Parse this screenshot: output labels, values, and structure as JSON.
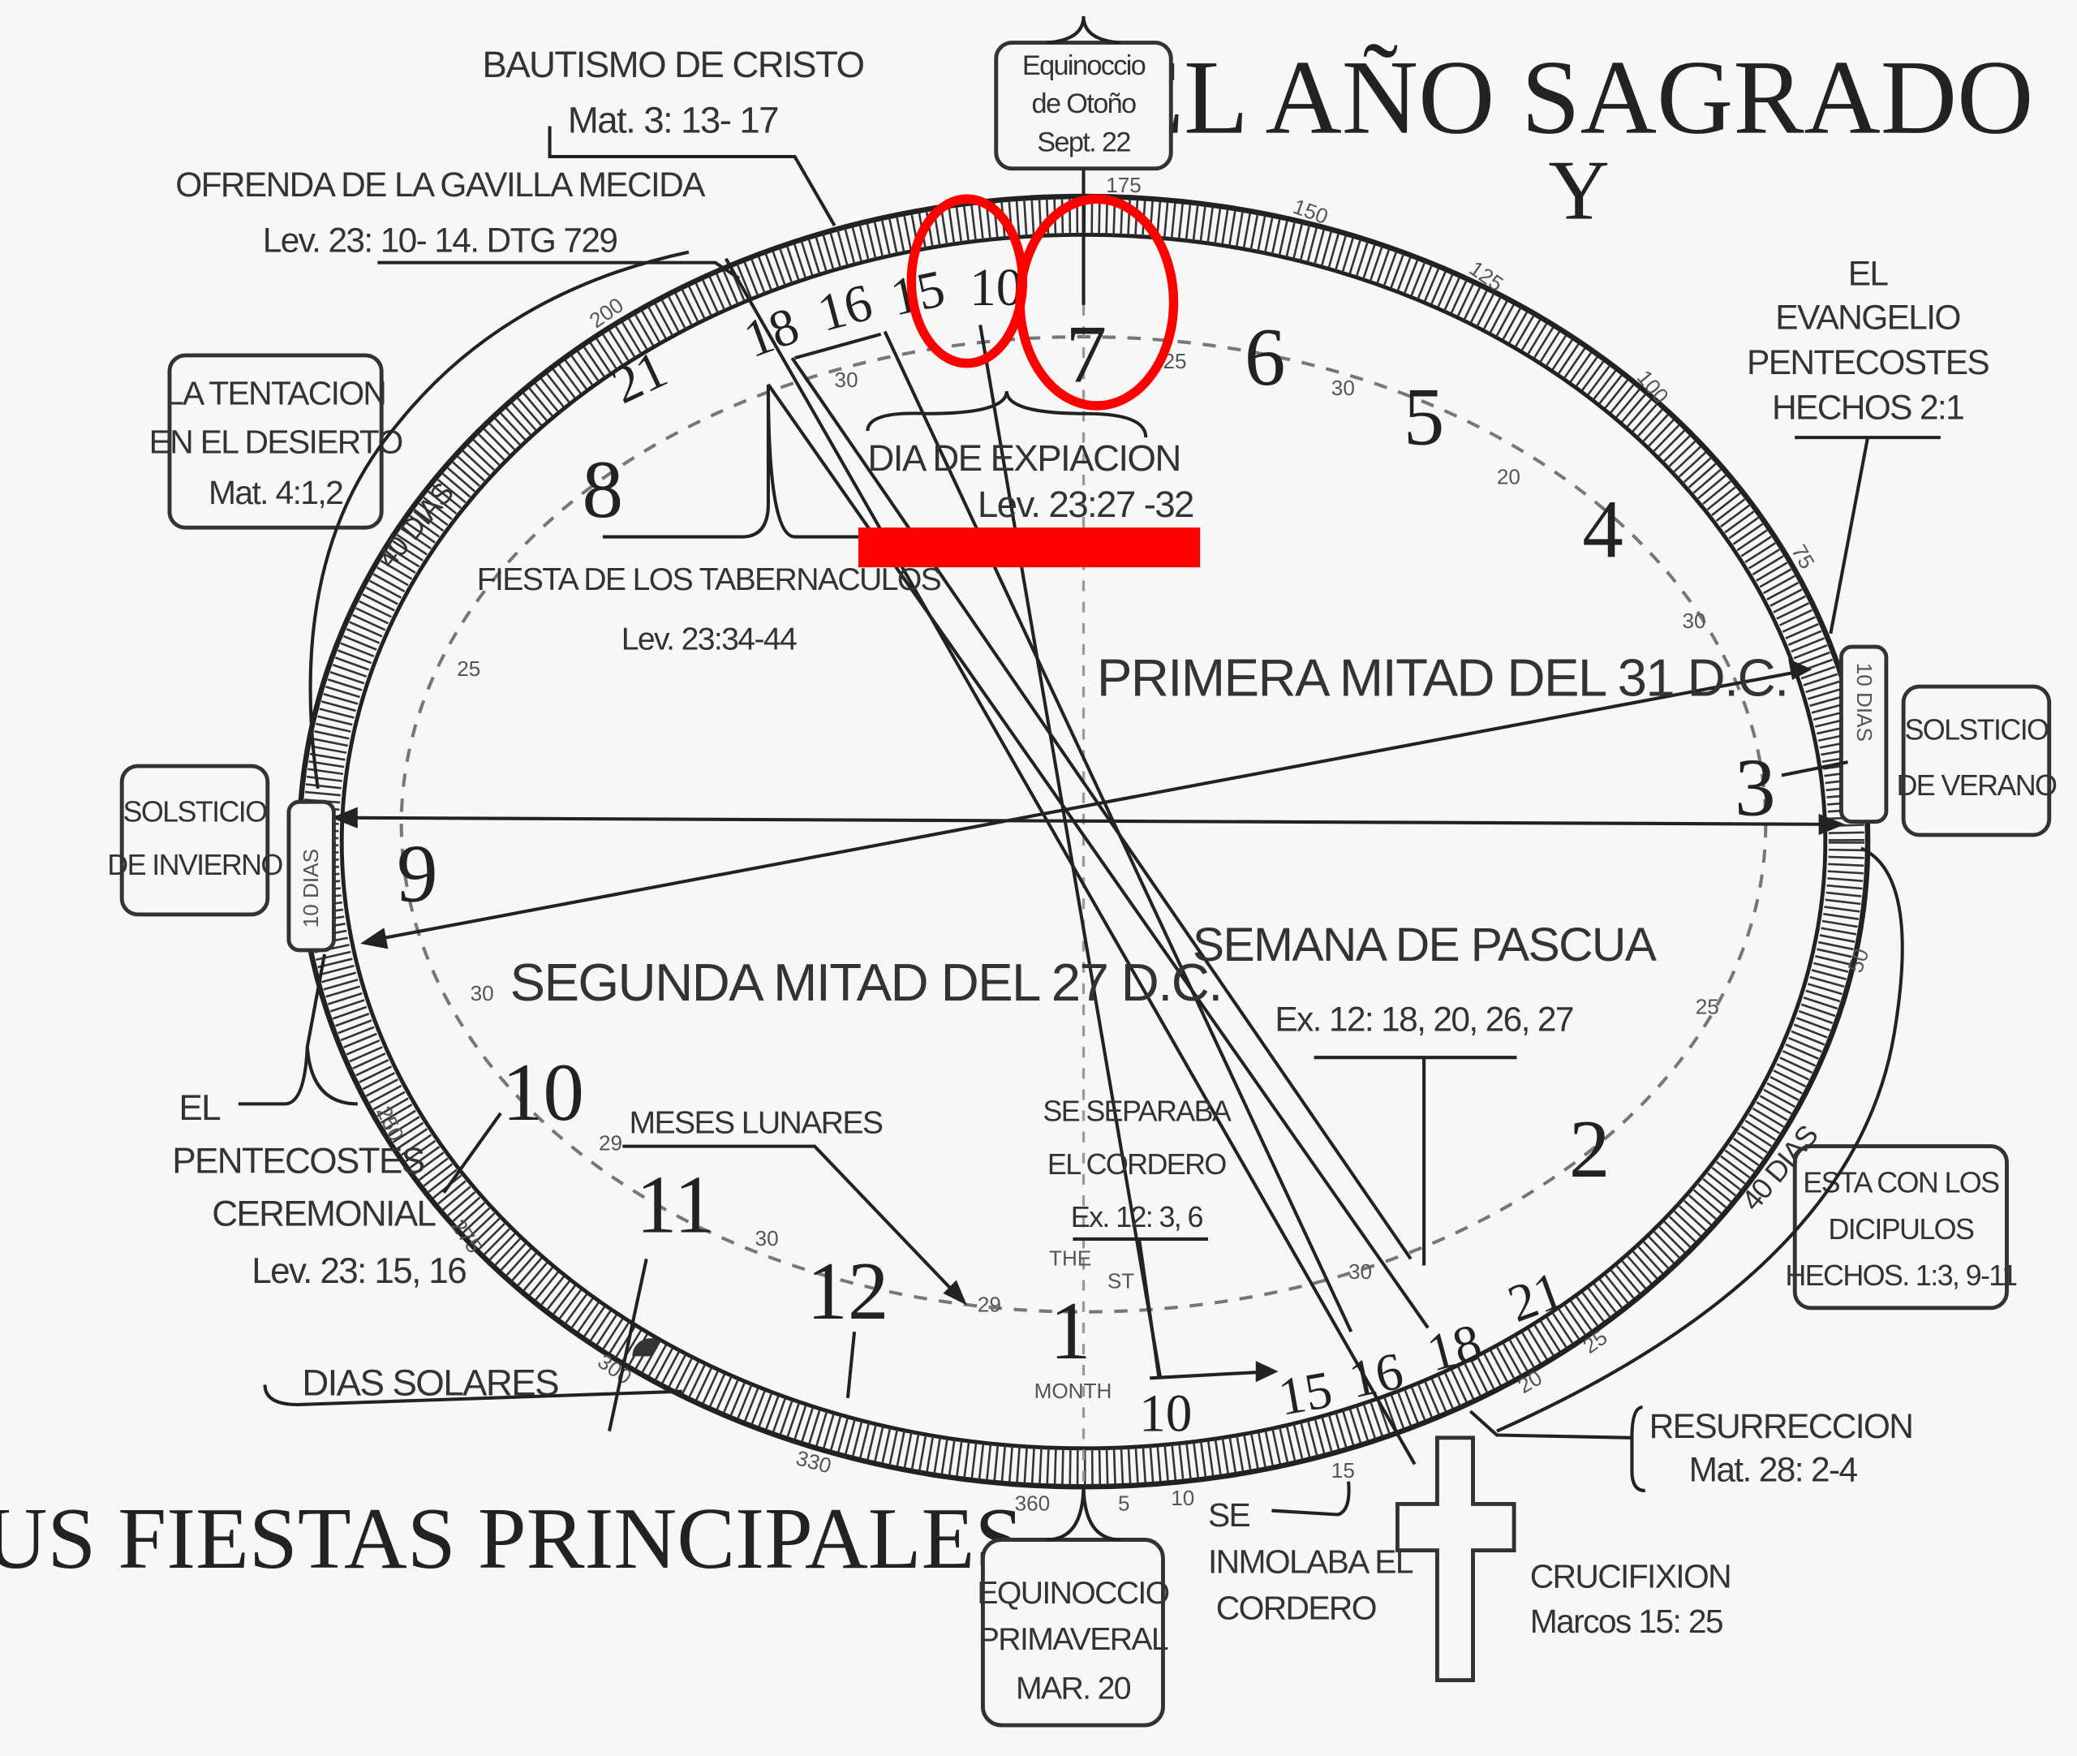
{
  "title": {
    "line1": "EL AÑO SAGRADO",
    "line2": "Y",
    "bottom": "SUS FIESTAS PRINCIPALES"
  },
  "months": [
    "1",
    "2",
    "3",
    "4",
    "5",
    "6",
    "7",
    "8",
    "9",
    "10",
    "11",
    "12"
  ],
  "month1_label": {
    "top": "THE",
    "side": "ST",
    "bottom": "MONTH"
  },
  "labels": {
    "bautismo": [
      "BAUTISMO DE CRISTO",
      "Mat. 3: 13- 17"
    ],
    "gavilla": [
      "OFRENDA DE LA GAVILLA MECIDA",
      "Lev. 23: 10- 14. DTG 729"
    ],
    "equinoccio_otono": [
      "Equinoccio",
      "de Otoño",
      "Sept. 22"
    ],
    "tentacion": [
      "LA TENTACION",
      "EN EL DESIERTO",
      "Mat. 4:1,2"
    ],
    "evangelio": [
      "EL",
      "EVANGELIO",
      "PENTECOSTES",
      "HECHOS 2:1"
    ],
    "expiacion": [
      "DIA DE EXPIACION",
      "Lev. 23:27 -32"
    ],
    "tabernaculos": [
      "FIESTA DE LOS TABERNACULOS",
      "Lev. 23:34-44"
    ],
    "primera_mitad": "PRIMERA MITAD DEL 31 D.C.",
    "segunda_mitad": "SEGUNDA MITAD DEL 27 D.C.",
    "solsticio_invierno": [
      "SOLSTICIO",
      "DE INVIERNO"
    ],
    "solsticio_verano": [
      "SOLSTICIO",
      "DE VERANO"
    ],
    "semana_pascua": [
      "SEMANA DE PASCUA",
      "Ex. 12: 18, 20, 26, 27"
    ],
    "pentecostes_ceremonial": [
      "EL",
      "PENTECOSTES",
      "CEREMONIAL",
      "Lev. 23: 15, 16"
    ],
    "meses_lunares": "MESES LUNARES",
    "dias_solares": "DIAS SOLARES",
    "separaba": [
      "SE SEPARABA",
      "EL CORDERO",
      "Ex. 12: 3, 6"
    ],
    "esta_discipulos": [
      "ESTA CON LOS",
      "DICIPULOS",
      "HECHOS. 1:3, 9-11"
    ],
    "resurreccion": [
      "RESURRECCION",
      "Mat. 28: 2-4"
    ],
    "inmolaba": [
      "SE",
      "INMOLABA EL",
      "CORDERO"
    ],
    "crucifixion": [
      "CRUCIFIXION",
      "Marcos 15: 25"
    ],
    "equinoccio_primaveral": [
      "EQUINOCCIO",
      "PRIMAVERAL",
      "MAR. 20"
    ],
    "cuarenta_dias_left": "40 DIAS",
    "cuarenta_dias_right": "40 DIAS",
    "diez_dias_left": "10 DIAS",
    "diez_dias_right": "10 DIAS"
  },
  "day_numbers_top": [
    "21",
    "18",
    "16",
    "15",
    "10"
  ],
  "day_numbers_bottom": [
    "10",
    "15",
    "16",
    "18",
    "21"
  ],
  "ring_numbers": [
    "175",
    "150",
    "125",
    "100",
    "75",
    "200",
    "50",
    "360",
    "5",
    "10",
    "15",
    "20",
    "25",
    "330",
    "300",
    "275",
    "250"
  ],
  "dashed_numbers": [
    "30",
    "25",
    "30",
    "20",
    "30",
    "25",
    "30",
    "29",
    "30",
    "29",
    "25",
    "30"
  ],
  "annotation_color": "#ff0000"
}
